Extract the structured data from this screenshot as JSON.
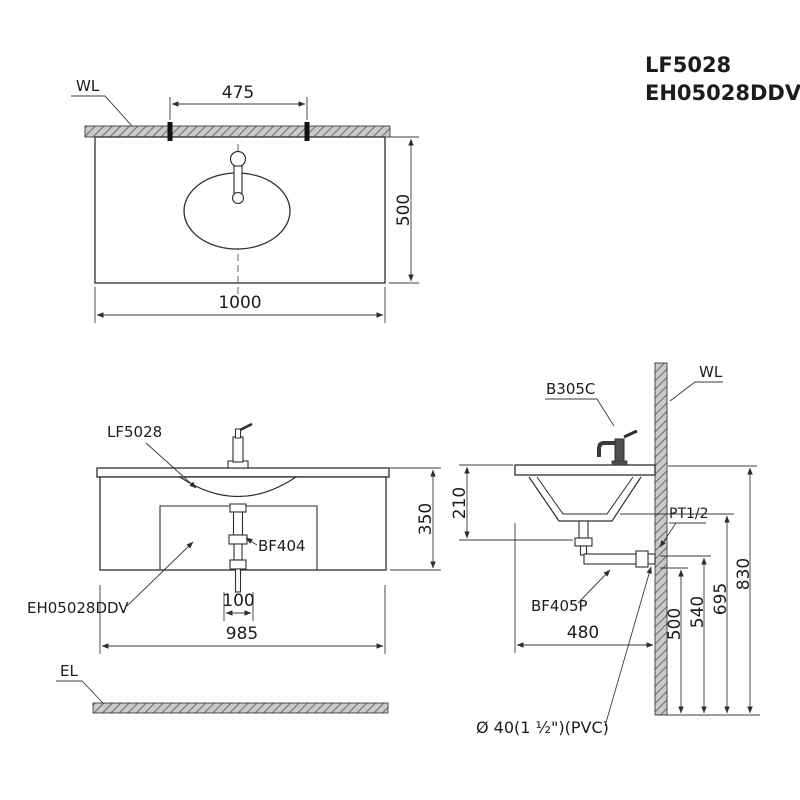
{
  "header": {
    "model_1": "LF5028",
    "model_2": "EH05028DDV"
  },
  "plan": {
    "wall_label": "WL",
    "dim_spacing": "475",
    "dim_depth": "500",
    "dim_width": "1000"
  },
  "front": {
    "label_basin": "LF5028",
    "label_drain": "BF404",
    "label_cabinet": "EH05028DDV",
    "label_floor": "EL",
    "dim_height": "350",
    "dim_drain": "100",
    "dim_width": "985"
  },
  "side": {
    "label_faucet": "B305C",
    "label_wall": "WL",
    "label_thread": "PT1/2",
    "label_trap": "BF405P",
    "note_pipe": "Ø 40(1 ½\")(PVC)",
    "dim_210": "210",
    "dim_480": "480",
    "dim_500": "500",
    "dim_540": "540",
    "dim_695": "695",
    "dim_830": "830"
  },
  "colors": {
    "line": "#2e2e2e",
    "hatch_bg": "#c9c9c9",
    "hatch_line": "#707070"
  }
}
